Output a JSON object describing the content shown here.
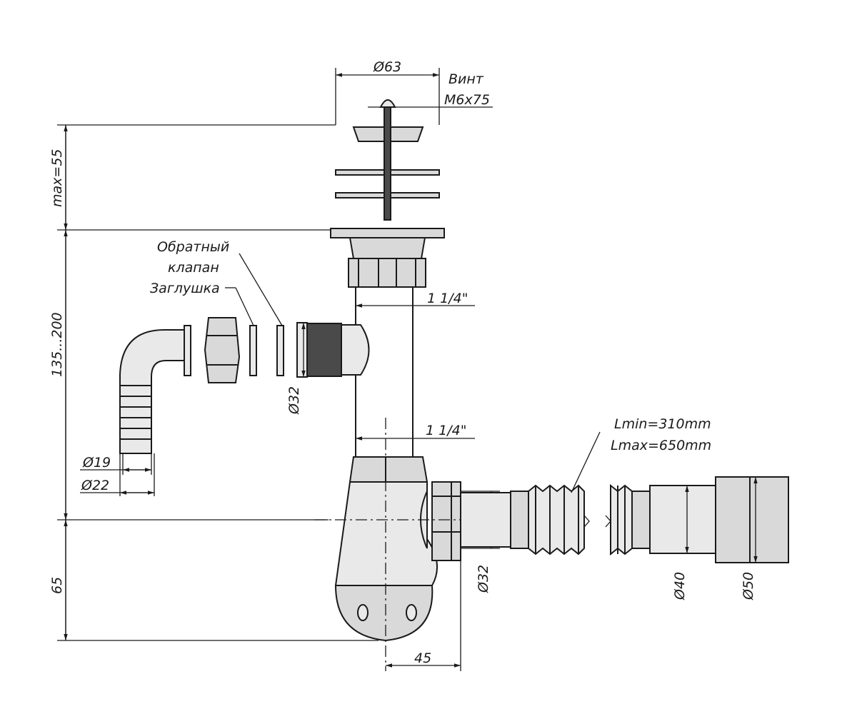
{
  "labels": {
    "diam_strainer": "Ø63",
    "screw_name": "Винт",
    "screw_size": "M6x75",
    "height_top": "max=55",
    "height_mid": "135...200",
    "height_bottom": "65",
    "check_valve_line1": "Обратный",
    "check_valve_line2": "клапан",
    "plug": "Заглушка",
    "thread_top": "1 1/4\"",
    "thread_bottom": "1 1/4\"",
    "diam_side_inlet": "Ø32",
    "diam_hose_inner": "Ø19",
    "diam_hose_outer": "Ø22",
    "length_min": "Lmin=310mm",
    "length_max": "Lmax=650mm",
    "diam_outlet_trap": "Ø32",
    "diam_outlet_40": "Ø40",
    "diam_outlet_50": "Ø50",
    "offset_45": "45"
  }
}
